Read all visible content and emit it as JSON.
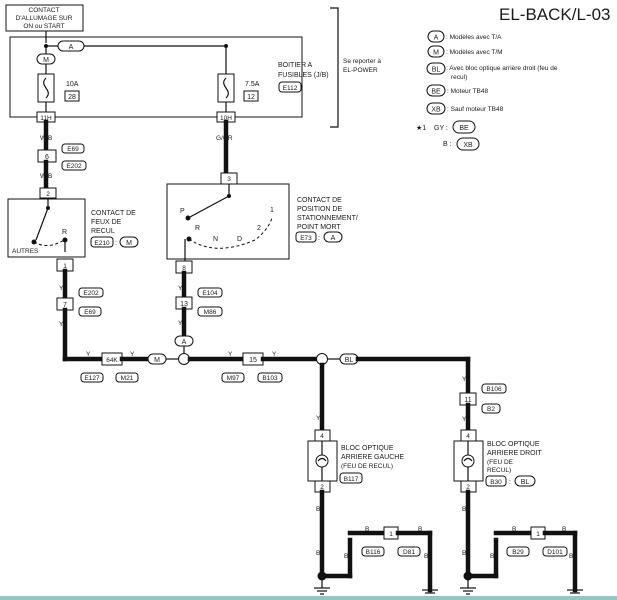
{
  "title": "EL-BACK/L-03",
  "ignition": {
    "line1": "CONTACT",
    "line2": "D'ALLUMAGE SUR",
    "line3": "ON ou START"
  },
  "fusebox": {
    "line1": "BOITIER A",
    "line2": "FUSIBLES (J/B)",
    "code": "E112",
    "ref1": "Se reporter à",
    "ref2": "EL-POWER"
  },
  "fuses": [
    {
      "rating": "10A",
      "number": "28",
      "terminal": "11H"
    },
    {
      "rating": "7.5A",
      "number": "12",
      "terminal": "10H"
    }
  ],
  "legend": [
    {
      "sym": "A",
      "text": ": Modèles avec T/A"
    },
    {
      "sym": "M",
      "text": ": Modèles avec T/M"
    },
    {
      "sym": "BL",
      "text": ": Avec bloc optique arrière droit (feu de",
      "text2": "recul)"
    },
    {
      "sym": "BE",
      "text": ": Moteur TB48"
    },
    {
      "sym": "XB",
      "text": ": Sauf moteur TB48"
    }
  ],
  "footnote": {
    "marker": "★1",
    "gy": "GY :",
    "gy_sym": "BE",
    "b": "B :",
    "b_sym": "XB"
  },
  "wires": {
    "wb": "W/B",
    "gor": "G/OR",
    "y": "Y",
    "b": "B",
    "bl": "BL",
    "a": "A",
    "m": "M"
  },
  "reverse_switch": {
    "l1": "CONTACT DE",
    "l2": "FEUX DE",
    "l3": "RECUL",
    "code": "E210",
    "sym": "M",
    "r": "R",
    "autres": "AUTRES",
    "t_top": "2",
    "t_bot": "1"
  },
  "park_switch": {
    "l1": "CONTACT DE",
    "l2": "POSITION DE",
    "l3": "STATIONNEMENT/",
    "l4": "POINT MORT",
    "code": "E73",
    "sym": "A",
    "p": "P",
    "r": "R",
    "n": "N",
    "d": "D",
    "two": "2",
    "one": "1",
    "t_top": "3",
    "t_bot": "8"
  },
  "connectors": {
    "c6": "6",
    "e69": "E69",
    "e202": "E202",
    "c7": "7",
    "e202b": "E202",
    "e69b": "E69",
    "c13": "13",
    "e104": "E104",
    "m86": "M86",
    "c64k": "64K",
    "e127": "E127",
    "m21": "M21",
    "c15": "15",
    "m97": "M97",
    "b103": "B103",
    "c11": "11",
    "b106": "B106",
    "b2": "B2",
    "gl": "1",
    "gl_b116": "B116",
    "gl_d81": "D81",
    "gr": "1",
    "gr_b29": "B29",
    "gr_d101": "D101"
  },
  "lamp_left": {
    "l1": "BLOC OPTIQUE",
    "l2": "ARRIERE GAUCHE",
    "l3": "(FEU DE RECUL)",
    "code": "B117",
    "t_top": "4",
    "t_bot": "2"
  },
  "lamp_right": {
    "l1": "BLOC OPTIQUE",
    "l2": "ARRIERE DROIT",
    "l3": "(FEU DE",
    "l4": "RECUL)",
    "code": "B30",
    "sym": "BL",
    "t_top": "4",
    "t_bot": "2"
  }
}
